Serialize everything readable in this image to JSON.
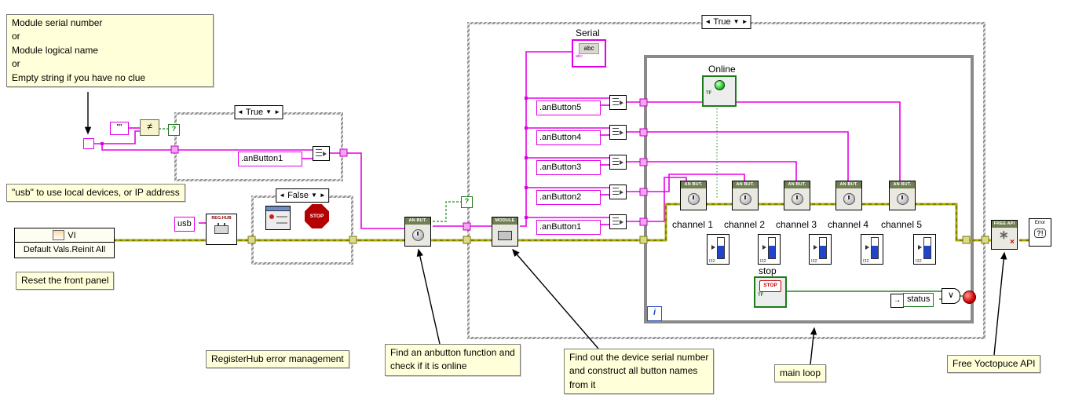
{
  "comments": {
    "serial_hint": "Module serial number\nor\nModule  logical name\nor\nEmpty string if you have no clue",
    "usb_hint": "\"usb\" to use local devices, or IP address",
    "reset_hint": "Reset the front panel",
    "reghub_hint": "RegisterHub error management",
    "anbutton_hint": "Find an anbutton function and\ncheck if it is online",
    "module_hint": "Find out the device serial number\nand construct all button names\nfrom it",
    "main_loop": "main loop",
    "free_api_hint": "Free Yoctopuce API"
  },
  "icons": {
    "case_prev": "◄",
    "case_next": "►",
    "case_dropdown": "▼",
    "or_gate": "∨",
    "local_var_arrow": "→",
    "not_equal": "≠",
    "free_api_burst": "∗",
    "free_api_x": "×",
    "selector_unknown": "?"
  },
  "vi_node": {
    "title": "VI",
    "method": "Default Vals.Reinit All"
  },
  "constants": {
    "usb": "usb",
    "empty_quotes": "\"\"",
    "top_anbutton": ".anButton1"
  },
  "nodes": {
    "reghub": "REG.HUB",
    "anbut": "AN BUT.",
    "module": "MODULE",
    "free_api": "FREE API",
    "stop_sign": "STOP",
    "error_out_title": "Error",
    "error_out_glyph": "?!"
  },
  "case_top": {
    "selector": "True"
  },
  "case_false": {
    "selector": "False"
  },
  "case_main": {
    "selector": "True",
    "serial_label": "Serial",
    "serial_type": "abc",
    "constants": [
      ".anButton5",
      ".anButton4",
      ".anButton3",
      ".anButton2",
      ".anButton1"
    ]
  },
  "loop": {
    "online_label": "Online",
    "bool_type": "TF",
    "channels": [
      "channel 1",
      "channel 2",
      "channel 3",
      "channel 4",
      "channel 5"
    ],
    "numeric_type": "I32",
    "stop_label": "stop",
    "stop_button_text": "STOP",
    "status_label": "status",
    "iteration_glyph": "i"
  }
}
